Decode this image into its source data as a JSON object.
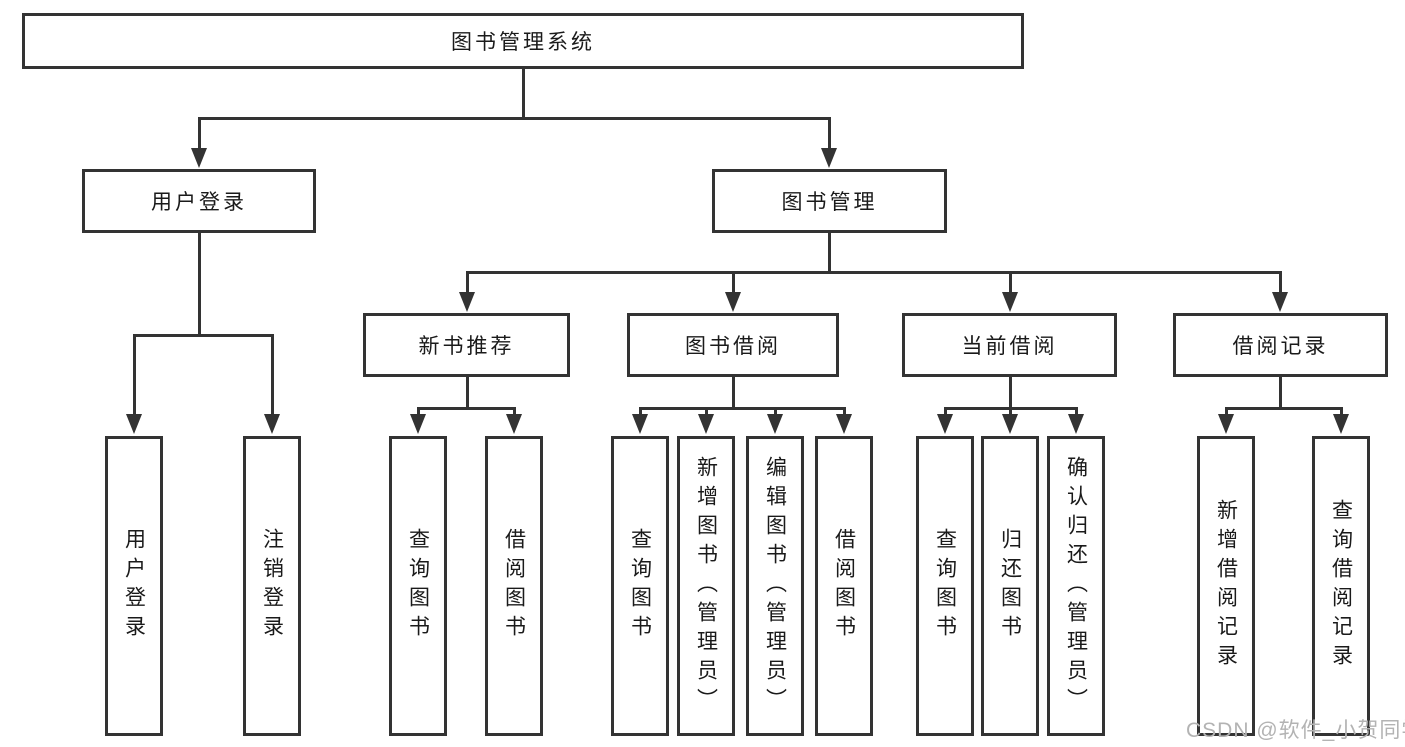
{
  "diagram": {
    "line_color": "#333333",
    "text_color": "#1a1a1a",
    "background_color": "#ffffff",
    "root": {
      "label": "图书管理系统"
    },
    "level2": {
      "user_login": {
        "label": "用户登录"
      },
      "book_management": {
        "label": "图书管理"
      }
    },
    "level3": {
      "new_book_recommend": {
        "label": "新书推荐"
      },
      "book_borrow": {
        "label": "图书借阅"
      },
      "current_borrow": {
        "label": "当前借阅"
      },
      "borrow_records": {
        "label": "借阅记录"
      }
    },
    "leaves": {
      "user_login": [
        "用户登录",
        "注销登录"
      ],
      "new_book_recommend": [
        "查询图书",
        "借阅图书"
      ],
      "book_borrow": [
        "查询图书",
        "新增图书（管理员）",
        "编辑图书（管理员）",
        "借阅图书"
      ],
      "current_borrow": [
        "查询图书",
        "归还图书",
        "确认归还（管理员）"
      ],
      "borrow_records": [
        "新增借阅记录",
        "查询借阅记录"
      ]
    }
  },
  "watermark": {
    "text": "CSDN @软件_小贺同学",
    "color": "#b3b3b3"
  }
}
